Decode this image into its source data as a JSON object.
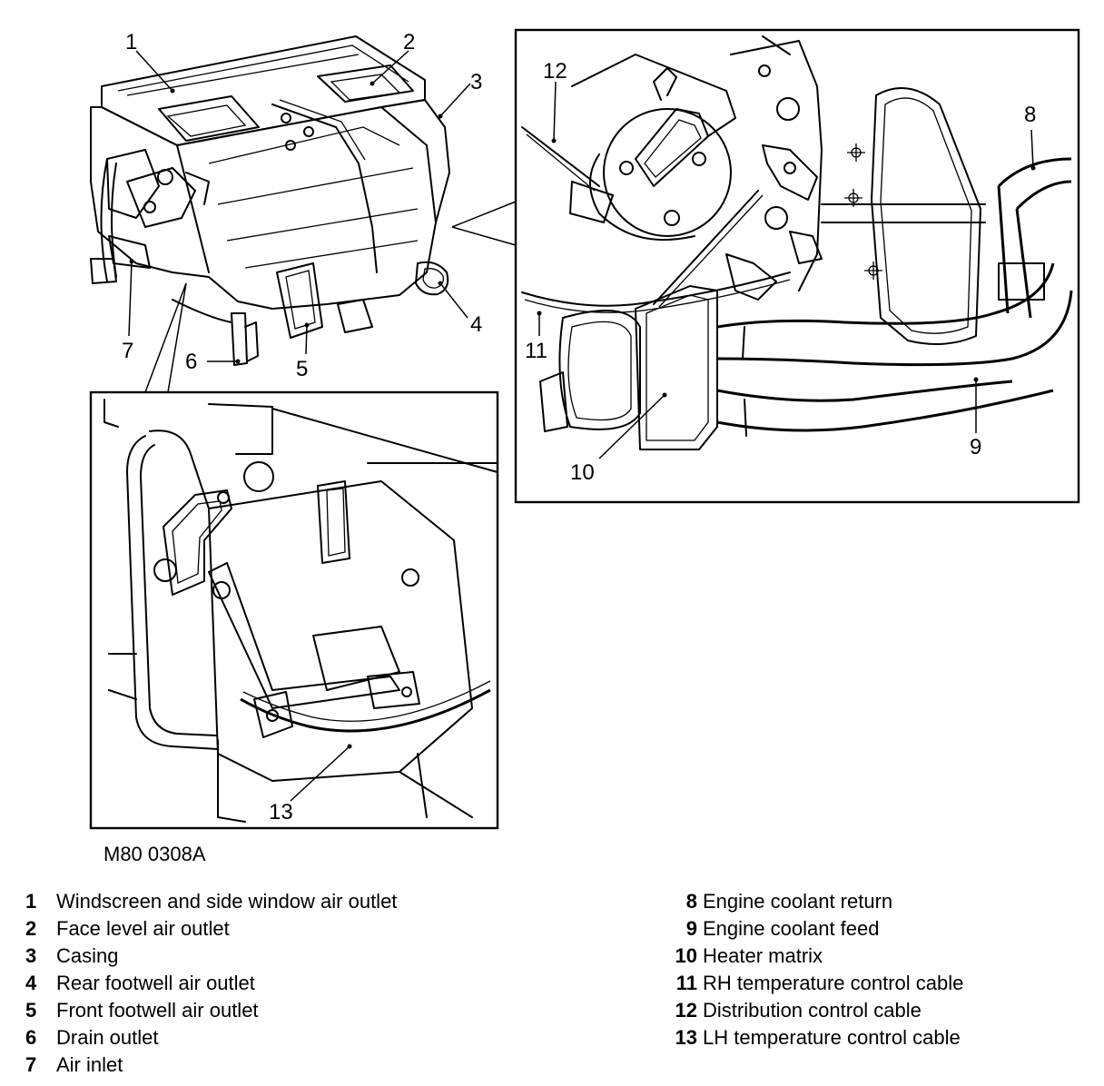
{
  "figure_code": "M80 0308A",
  "callouts": [
    "1",
    "2",
    "3",
    "4",
    "5",
    "6",
    "7",
    "8",
    "9",
    "10",
    "11",
    "12",
    "13"
  ],
  "legend": [
    {
      "num": "1",
      "label": "Windscreen and side window air outlet"
    },
    {
      "num": "2",
      "label": "Face level air outlet"
    },
    {
      "num": "3",
      "label": "Casing"
    },
    {
      "num": "4",
      "label": "Rear footwell air outlet"
    },
    {
      "num": "5",
      "label": "Front footwell air outlet"
    },
    {
      "num": "6",
      "label": "Drain outlet"
    },
    {
      "num": "7",
      "label": "Air inlet"
    },
    {
      "num": "8",
      "label": "Engine coolant return"
    },
    {
      "num": "9",
      "label": "Engine coolant feed"
    },
    {
      "num": "10",
      "label": "Heater matrix"
    },
    {
      "num": "11",
      "label": "RH temperature control cable"
    },
    {
      "num": "12",
      "label": "Distribution control cable"
    },
    {
      "num": "13",
      "label": "LH temperature control cable"
    }
  ]
}
